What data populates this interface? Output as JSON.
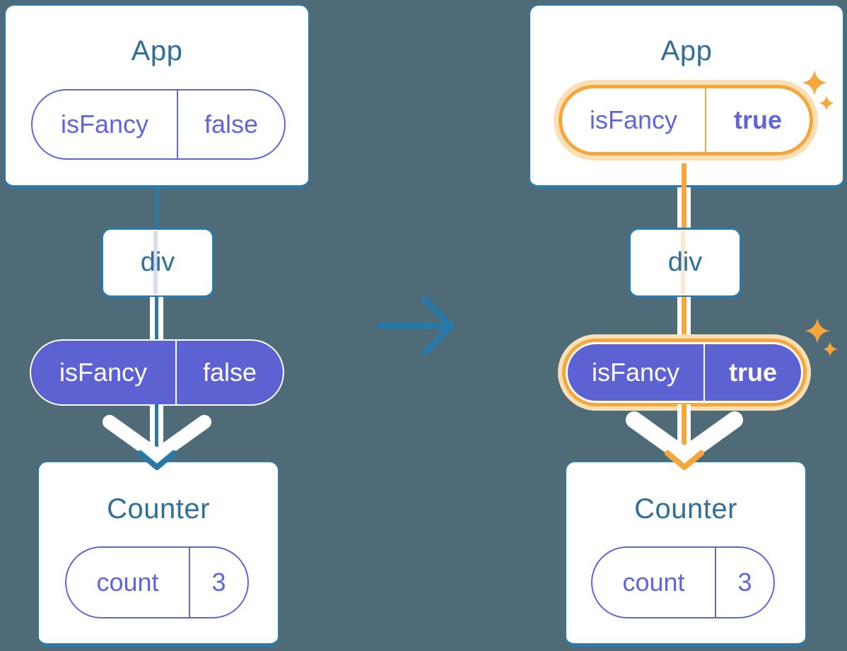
{
  "diagram_title": "Passing isFancy prop from App through div to Counter (before and after)",
  "colors": {
    "background": "#4F6B77",
    "card_fill": "#FFFFFF",
    "card_border": "#2E79A6",
    "title_text": "#2F6F98",
    "prop_purple": "#6165DC",
    "prop_pill_fill": "#5D62D3",
    "highlight_orange": "#F5A63C",
    "highlight_glow": "#FBE0B5",
    "transition_arrow_blue": "#2878A8",
    "arrow_white": "#FFFFFF"
  },
  "before": {
    "app": {
      "title": "App",
      "prop_name": "isFancy",
      "prop_value": "false"
    },
    "middle": {
      "label": "div"
    },
    "passed_prop": {
      "prop_name": "isFancy",
      "prop_value": "false"
    },
    "counter": {
      "title": "Counter",
      "state_name": "count",
      "state_value": "3"
    }
  },
  "after": {
    "app": {
      "title": "App",
      "prop_name": "isFancy",
      "prop_value": "true"
    },
    "middle": {
      "label": "div"
    },
    "passed_prop": {
      "prop_name": "isFancy",
      "prop_value": "true"
    },
    "counter": {
      "title": "Counter",
      "state_name": "count",
      "state_value": "3"
    }
  },
  "icons": {
    "transition_arrow": "right-arrow",
    "sparkles": "sparkle"
  }
}
